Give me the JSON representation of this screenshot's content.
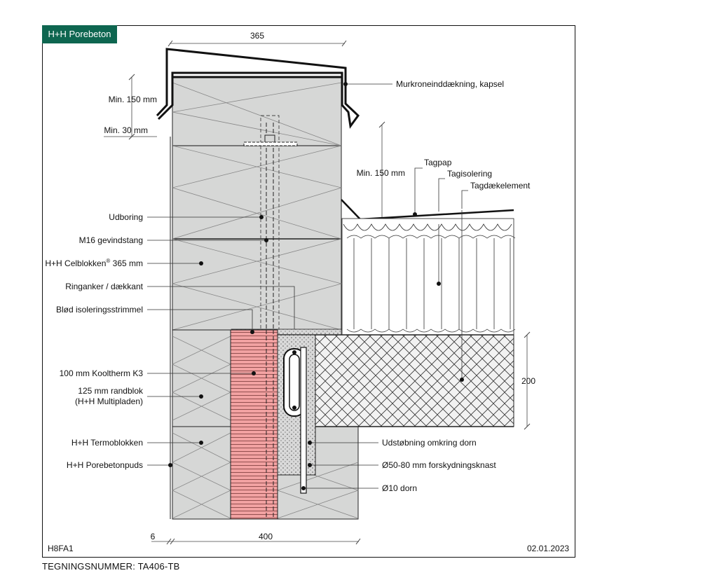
{
  "header": {
    "brand": "H+H Porebeton"
  },
  "colors": {
    "brand": "#0e6650",
    "concrete": "#d6d7d6",
    "insulation": "#f2a2a2",
    "line": "#111111"
  },
  "dimensions": {
    "top_width": "365",
    "bottom_width": "400",
    "bottom_offset": "6",
    "slab_height": "200",
    "min_150_left": "Min. 150 mm",
    "min_30": "Min. 30 mm",
    "min_150_right": "Min. 150 mm"
  },
  "labels": {
    "capping": "Murkroneinddækning, kapsel",
    "tagpap": "Tagpap",
    "tagisolering": "Tagisolering",
    "tagdaekelement": "Tagdækelement",
    "udboring": "Udboring",
    "gevindstang": "M16 gevindstang",
    "celblokken_main": "H+H Celblokken",
    "celblokken_reg": "®",
    "celblokken_size": " 365 mm",
    "ringanker": "Ringanker / dækkant",
    "blod": "Blød isoleringsstrimmel",
    "kooltherm": "100 mm Kooltherm K3",
    "randblok_1": "125 mm randblok",
    "randblok_2": "(H+H Multipladen)",
    "termoblokken": "H+H Termoblokken",
    "puds": "H+H Porebetonpuds",
    "udstobning": "Udstøbning omkring dorn",
    "knast": "Ø50-80 mm forskydningsknast",
    "dorn": "Ø10 dorn"
  },
  "footer": {
    "drawing_id": "H8FA1",
    "date": "02.01.2023",
    "drawing_number": "TEGNINGSNUMMER: TA406-TB"
  }
}
